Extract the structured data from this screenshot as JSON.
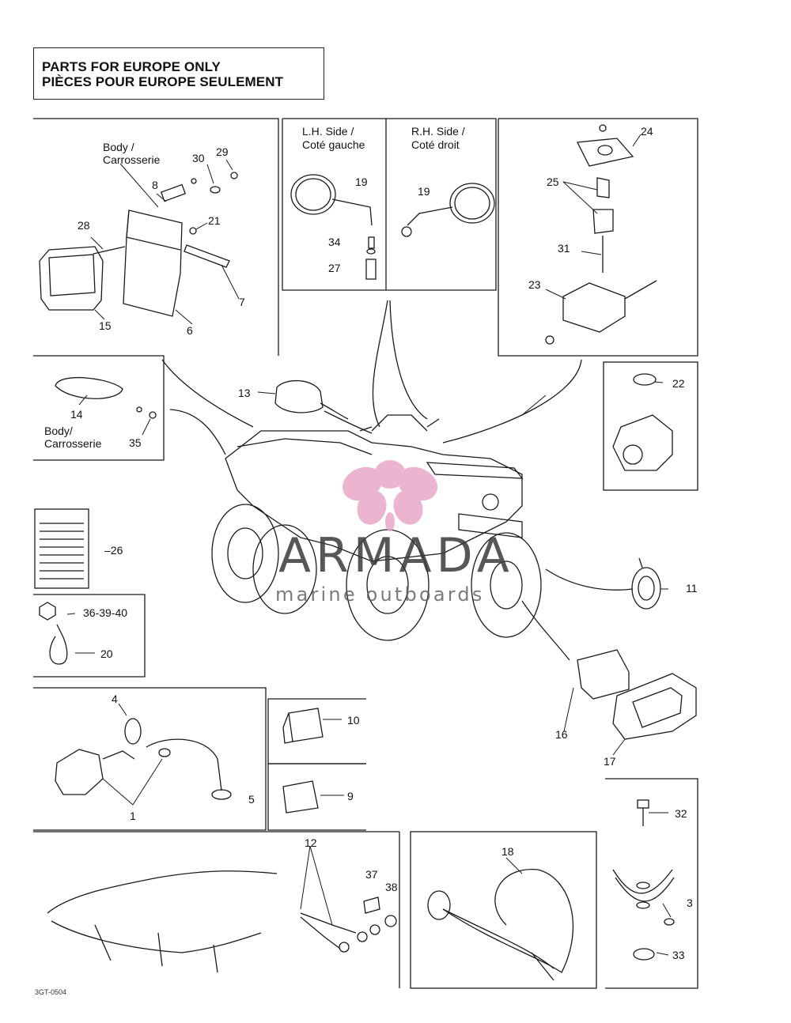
{
  "header": {
    "line1": "PARTS FOR EUROPE ONLY",
    "line2": "PIÈCES POUR EUROPE SEULEMENT"
  },
  "panels": {
    "lh_side": {
      "line1": "L.H. Side /",
      "line2": "Coté gauche"
    },
    "rh_side": {
      "line1": "R.H. Side /",
      "line2": "Coté droit"
    }
  },
  "labels": {
    "body1_a": "Body /",
    "body1_b": "Carrosserie",
    "body2_a": "Body/",
    "body2_b": "Carrosserie"
  },
  "callouts": {
    "p1": "1",
    "p3": "3",
    "p4": "4",
    "p5": "5",
    "p6": "6",
    "p7": "7",
    "p8": "8",
    "p9": "9",
    "p10": "10",
    "p11": "11",
    "p12": "12",
    "p13": "13",
    "p14": "14",
    "p15": "15",
    "p16": "16",
    "p17": "17",
    "p18": "18",
    "p19a": "19",
    "p19b": "19",
    "p20": "20",
    "p21": "21",
    "p22": "22",
    "p23": "23",
    "p24": "24",
    "p25": "25",
    "p26": "26",
    "p27": "27",
    "p28": "28",
    "p29": "29",
    "p30": "30",
    "p31": "31",
    "p32": "32",
    "p33": "33",
    "p34": "34",
    "p35": "35",
    "p36": "36-39-40",
    "p37": "37",
    "p38": "38"
  },
  "watermark": {
    "brand": "ARMADA",
    "tagline": "marine outboards",
    "accent_color": "#e8a3c4"
  },
  "reference_code": "3GT-0504",
  "colors": {
    "line": "#1a1a1a",
    "paper": "#ffffff"
  }
}
